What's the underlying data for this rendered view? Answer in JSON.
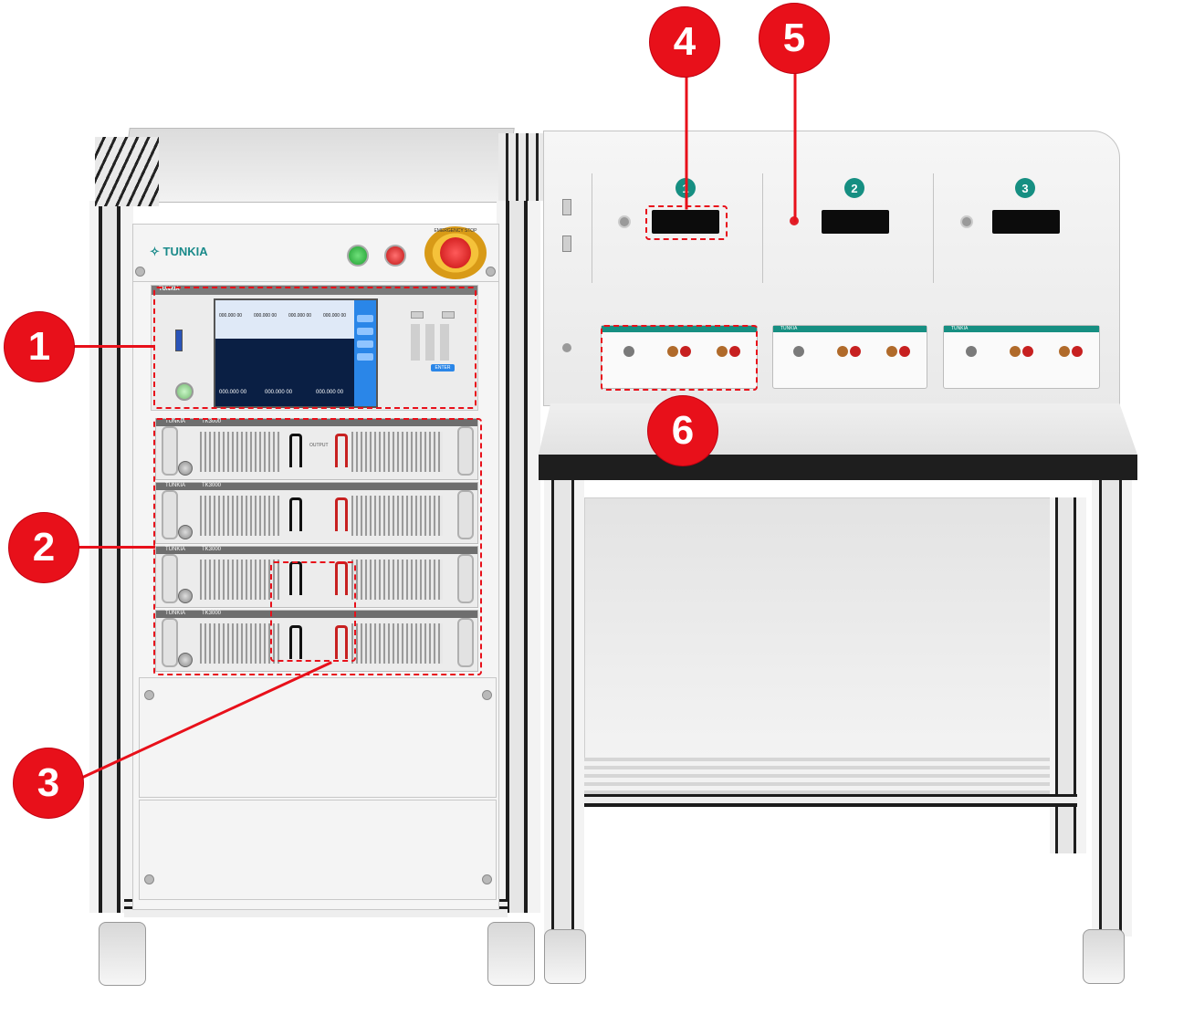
{
  "cabinet": {
    "brand": "TUNKIA",
    "estop_label": "EMERGENCY STOP",
    "instrument_brand": "TUNKIA",
    "readings_top": [
      "000.000 00",
      "000.000 00",
      "000.000 00",
      "000.000 00"
    ],
    "readings_bottom": [
      "000.000 00",
      "000.000 00",
      "000.000 00"
    ],
    "enter_key": "ENTER",
    "source_units": [
      {
        "brand": "TUNKIA",
        "model": "TK3000"
      },
      {
        "brand": "TUNKIA",
        "model": "TK3000"
      },
      {
        "brand": "TUNKIA",
        "model": "TK3000"
      },
      {
        "brand": "TUNKIA",
        "model": "TK3000"
      }
    ],
    "output_label": "OUTPUT"
  },
  "bench": {
    "stations": [
      "1",
      "2",
      "3"
    ],
    "terminal_brand": "TUNKIA"
  },
  "callouts": [
    "1",
    "2",
    "3",
    "4",
    "5",
    "6"
  ],
  "colors": {
    "callout": "#e8101a",
    "station_badge": "#168f82",
    "screen_blue": "#2a86e8"
  }
}
